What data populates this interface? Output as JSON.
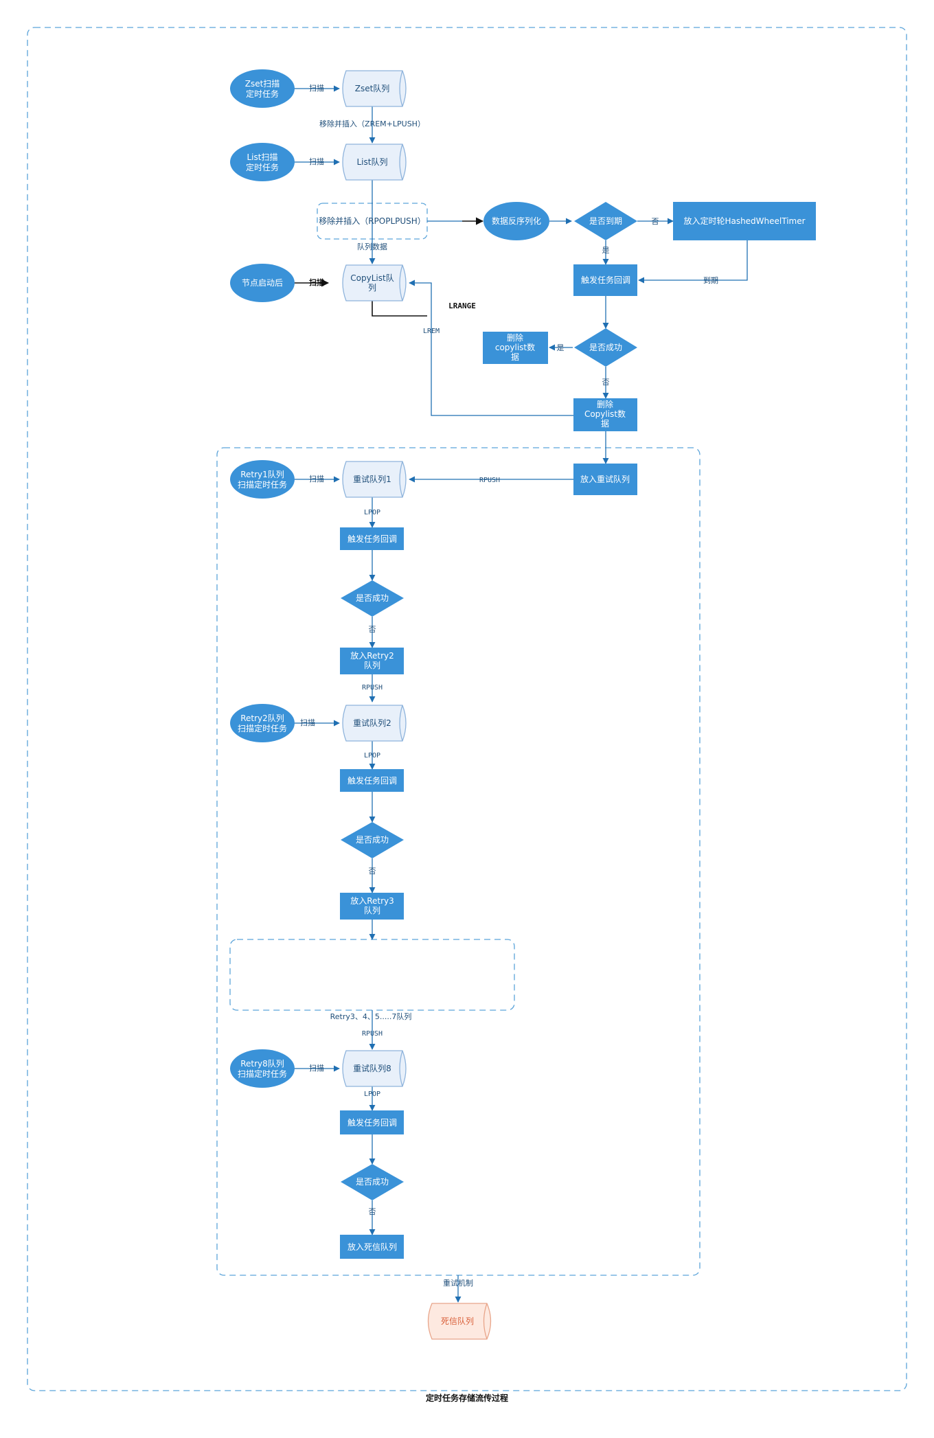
{
  "diagram": {
    "title": "定时任务存储流传过程",
    "retry_region_label": "重试机制",
    "retry_3_7_label": "Retry3、4、5.....7队列"
  },
  "nodes": {
    "zset_scanner": "Zset扫描定时任务",
    "zset_queue": "Zset队列",
    "list_scanner": "List扫描定时任务",
    "list_queue": "List队列",
    "rpoplpush_box": "移除并插入（RPOPLPUSH）",
    "node_start": "节点启动后",
    "copylist_queue": "CopyList队列",
    "deserialize": "数据反序列化",
    "is_due": "是否到期",
    "hashed_timer": "放入定时轮HashedWheelTimer",
    "trigger_main": "触发任务回调",
    "success_main": "是否成功",
    "delete_copylist_yes": "删除copylist数据",
    "delete_copylist_no": "删除Copylist数据",
    "put_retry": "放入重试队列",
    "retry1_scanner": "Retry1队列扫描定时任务",
    "retry1_queue": "重试队列1",
    "trigger_r1": "触发任务回调",
    "success_r1": "是否成功",
    "put_retry2": "放入Retry2队列",
    "retry2_scanner": "Retry2队列扫描定时任务",
    "retry2_queue": "重试队列2",
    "trigger_r2": "触发任务回调",
    "success_r2": "是否成功",
    "put_retry3": "放入Retry3队列",
    "retry8_scanner": "Retry8队列扫描定时任务",
    "retry8_queue": "重试队列8",
    "trigger_r8": "触发任务回调",
    "success_r8": "是否成功",
    "put_dead": "放入死信队列",
    "dead_queue": "死信队列"
  },
  "edges": {
    "scan": "扫描",
    "zrem_lpush": "移除并插入（ZREM+LPUSH）",
    "queue_data": "队列数据",
    "lrange": "LRANGE",
    "lrem": "LREM",
    "no": "否",
    "yes": "是",
    "due": "到期",
    "rpush": "RPUSH",
    "lpop": "LPOP"
  },
  "colors": {
    "primary": "#3a92d8",
    "queue_fill": "#e8f0fa",
    "queue_stroke": "#8fb4dc",
    "dashed": "#5aa3d9",
    "line": "#1f6fb2",
    "dead_fill": "#fde9e0",
    "dead_stroke": "#e8a58a",
    "dead_text": "#d9603a"
  }
}
